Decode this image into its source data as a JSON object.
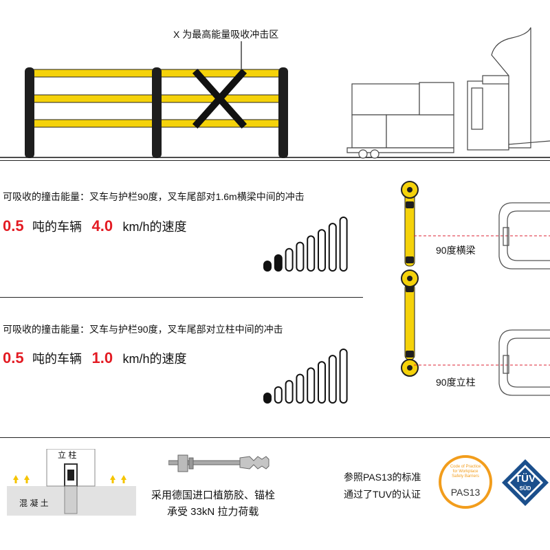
{
  "top": {
    "x_caption": "X 为最高能量吸收冲击区"
  },
  "impact_beam": {
    "heading": "可吸收的撞击能量：叉车与护栏90度，叉车尾部对1.6m横梁中间的冲击",
    "mass": "0.5",
    "mass_unit": "吨的车辆",
    "speed": "4.0",
    "speed_unit": "km/h的速度",
    "level_filled": 2,
    "level_total": 8
  },
  "impact_post": {
    "heading": "可吸收的撞击能量：叉车与护栏90度，叉车尾部对立柱中间的冲击",
    "mass": "0.5",
    "mass_unit": "吨的车辆",
    "speed": "1.0",
    "speed_unit": "km/h的速度",
    "level_filled": 1,
    "level_total": 8
  },
  "diagram_labels": {
    "beam": "90度横梁",
    "post": "90度立柱"
  },
  "anchor": {
    "post_label": "立 柱",
    "concrete_label": "混 凝 土",
    "line1": "采用德国进口植筋胶、锚栓",
    "line2": "承受 33kN 拉力荷载"
  },
  "certification": {
    "line1": "参照PAS13的标准",
    "line2": "通过了TUV的认证",
    "pas_badge_top": "Code of Practice for Workplace Safety Barriers",
    "pas_badge_label": "PAS13",
    "tuv_label": "TÜV",
    "tuv_sub": "SÜD"
  },
  "colors": {
    "yellow": "#f5d20a",
    "black": "#1e1e1e",
    "red": "#e31b23",
    "orange": "#f29d1c",
    "tuv_blue": "#1b4f8c"
  }
}
